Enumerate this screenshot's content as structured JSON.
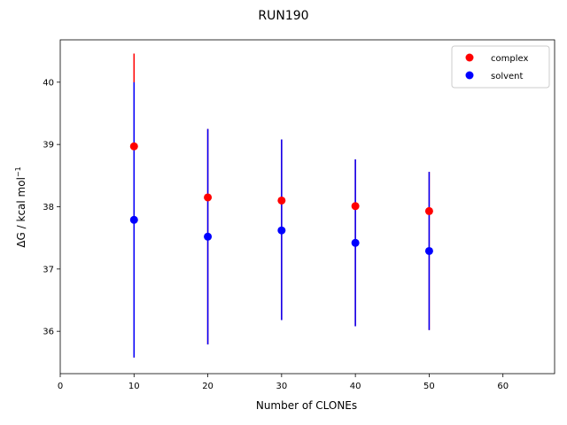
{
  "chart_data": {
    "type": "scatter",
    "title": "RUN190",
    "xlabel": "Number of CLONEs",
    "ylabel": "ΔG / kcal mol",
    "ylabel_sup": "−1",
    "xlim": [
      0,
      67
    ],
    "ylim": [
      35.32,
      40.68
    ],
    "xticks": [
      0,
      10,
      20,
      30,
      40,
      50,
      60
    ],
    "yticks": [
      36,
      37,
      38,
      39,
      40
    ],
    "grid": false,
    "legend_position": "top-right",
    "series": [
      {
        "name": "complex",
        "color": "#ff0000",
        "x": [
          10,
          20,
          30,
          40,
          50
        ],
        "y": [
          38.97,
          38.15,
          38.1,
          38.01,
          37.93
        ],
        "yerr_low": [
          35.58,
          35.79,
          36.18,
          36.08,
          36.02
        ],
        "yerr_high": [
          40.46,
          39.25,
          39.08,
          38.76,
          38.56
        ]
      },
      {
        "name": "solvent",
        "color": "#0000ff",
        "x": [
          10,
          20,
          30,
          40,
          50
        ],
        "y": [
          37.79,
          37.52,
          37.62,
          37.42,
          37.29
        ],
        "yerr_low": [
          35.58,
          35.79,
          36.18,
          36.08,
          36.02
        ],
        "yerr_high": [
          40.0,
          39.25,
          39.08,
          38.76,
          38.56
        ]
      }
    ]
  }
}
